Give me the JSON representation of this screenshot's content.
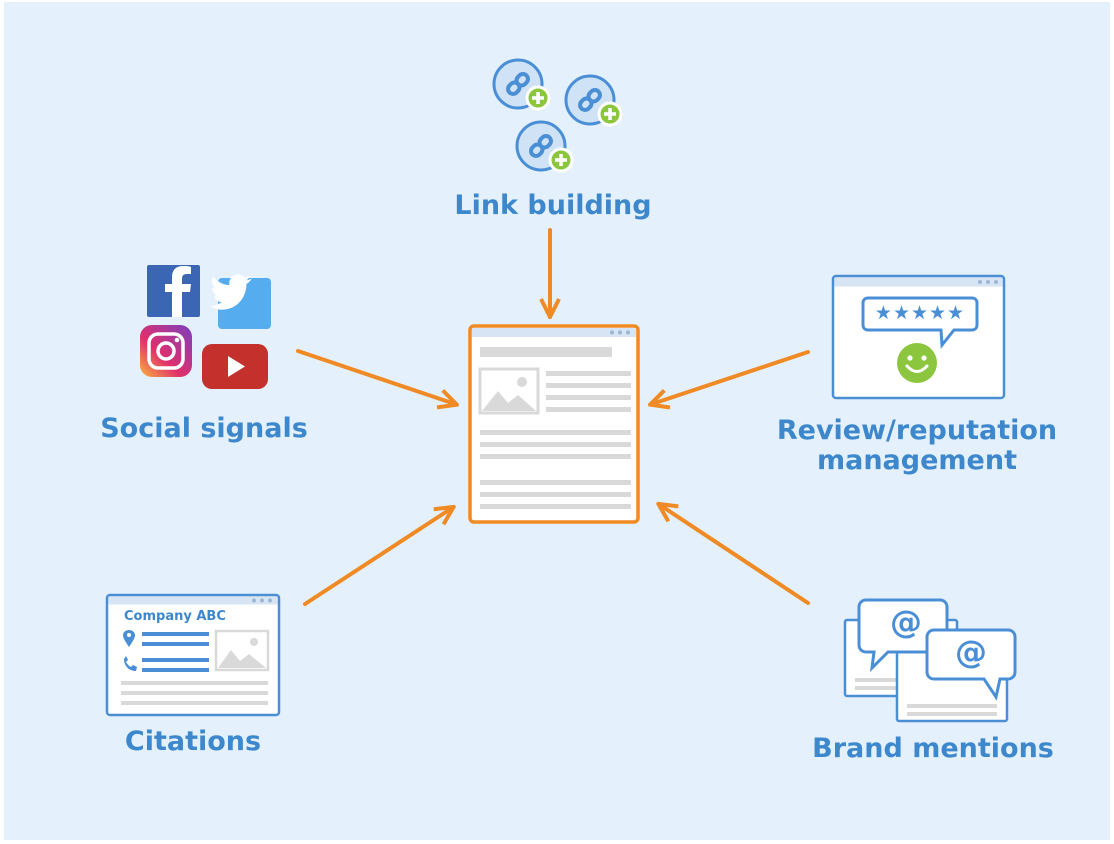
{
  "labels": {
    "link_building": "Link building",
    "social_signals": "Social signals",
    "review_line1": "Review/reputation",
    "review_line2": "management",
    "citations": "Citations",
    "brand_mentions": "Brand mentions",
    "company": "Company ABC",
    "at_symbol": "@",
    "stars": "★★★★★"
  },
  "icons": [
    "link-plus-icon",
    "facebook-icon",
    "twitter-icon",
    "instagram-icon",
    "youtube-icon",
    "review-window-icon",
    "citation-window-icon",
    "mention-bubble-icon",
    "web-page-icon"
  ],
  "colors": {
    "background": "#e4f1fc",
    "label_blue": "#3d87cc",
    "arrow_orange": "#f08a24",
    "icon_blue": "#4a8fd6",
    "icon_green": "#8cc63f",
    "panel_gray": "#d9d9d9"
  }
}
